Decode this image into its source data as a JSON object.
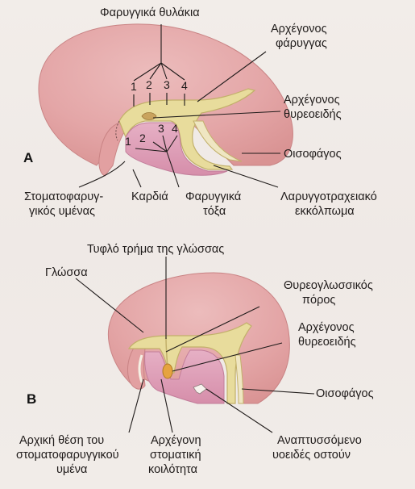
{
  "panel_a": {
    "letter": "A",
    "pharyngeal_pouches": "Φαρυγγικά θυλάκια",
    "pharynx_l1": "Αρχέγονος",
    "pharynx_l2": "φάρυγγας",
    "thyroid_l1": "Αρχέγονος",
    "thyroid_l2": "θυρεοειδής",
    "esophagus": "Οισοφάγος",
    "oropharyngeal_l1": "Στοματοφαρυγ-",
    "oropharyngeal_l2": "γικός υμένας",
    "heart": "Καρδιά",
    "arches_l1": "Φαρυγγικά",
    "arches_l2": "τόξα",
    "laryngo_l1": "Λαρυγγοτραχειακό",
    "laryngo_l2": "εκκόλπωμα",
    "pouch_numbers": [
      "1",
      "2",
      "3",
      "4"
    ],
    "arch_numbers": [
      "1",
      "2",
      "3",
      "4"
    ]
  },
  "panel_b": {
    "letter": "B",
    "foramen_cecum": "Τυφλό τρήμα της γλώσσας",
    "tongue": "Γλώσσα",
    "thyroglossal_l1": "Θυρεογλωσσικός",
    "thyroglossal_l2": "πόρος",
    "thyroid_l1": "Αρχέγονος",
    "thyroid_l2": "θυρεοειδής",
    "esophagus": "Οισοφάγος",
    "membrane_site_l1": "Αρχική θέση του",
    "membrane_site_l2": "στοματοφαρυγγικού",
    "membrane_site_l3": "υμένα",
    "stomodeum_l1": "Αρχέγονη",
    "stomodeum_l2": "στοματική",
    "stomodeum_l3": "κοιλότητα",
    "hyoid_l1": "Αναπτυσσόμενο",
    "hyoid_l2": "υοειδές οστούν"
  },
  "colors": {
    "embryo_pink": "#e3a3a4",
    "embryo_pink_light": "#eab3b3",
    "pharynx_cream": "#e9dd9d",
    "pharynx_edge": "#c9b870",
    "inner_pink": "#d894b1",
    "inner_pink_light": "#e3a8c0",
    "lumen_white": "#f4efe3",
    "thyroid_orange": "#e6a33f"
  }
}
